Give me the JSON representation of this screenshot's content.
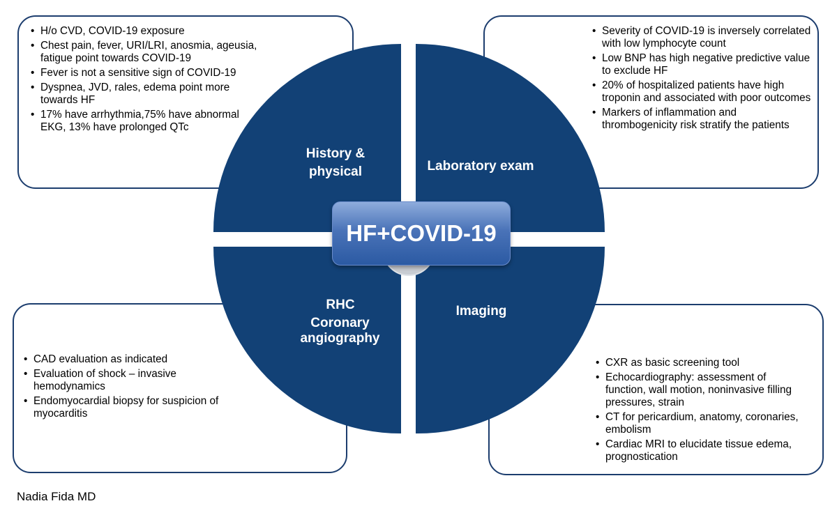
{
  "center_title": "HF+COVID-19",
  "quadrants": {
    "history": "History & physical",
    "laboratory": "Laboratory exam",
    "rhc": "RHC",
    "coronary": "Coronary angiography",
    "imaging": "Imaging"
  },
  "boxes": {
    "history": [
      "H/o CVD, COVID-19 exposure",
      "Chest pain,  fever, URI/LRI, anosmia, ageusia, fatigue point towards COVID-19",
      "Fever is not a sensitive sign of COVID-19",
      "Dyspnea, JVD, rales, edema point more towards HF",
      "17% have arrhythmia,75% have abnormal EKG, 13% have prolonged QTc"
    ],
    "laboratory": [
      "Severity of COVID-19 is inversely correlated with low lymphocyte count",
      "Low BNP has high negative predictive value to exclude HF",
      "20% of hospitalized patients have high troponin and associated with poor outcomes",
      "Markers of inflammation and thrombogenicity risk stratify the patients"
    ],
    "rhc": [
      "CAD evaluation as indicated",
      "Evaluation of shock – invasive hemodynamics",
      "Endomyocardial biopsy for suspicion of myocarditis"
    ],
    "imaging": [
      "CXR as basic screening tool",
      "Echocardiography: assessment of function, wall motion, noninvasive filling pressures, strain",
      "CT for pericardium, anatomy, coronaries, embolism",
      "Cardiac MRI to elucidate tissue edema, prognostication"
    ]
  },
  "credit": "Nadia Fida MD",
  "colors": {
    "circle": "#124176",
    "box_border": "#1c3d6e",
    "center_box": "#4a73b8"
  }
}
